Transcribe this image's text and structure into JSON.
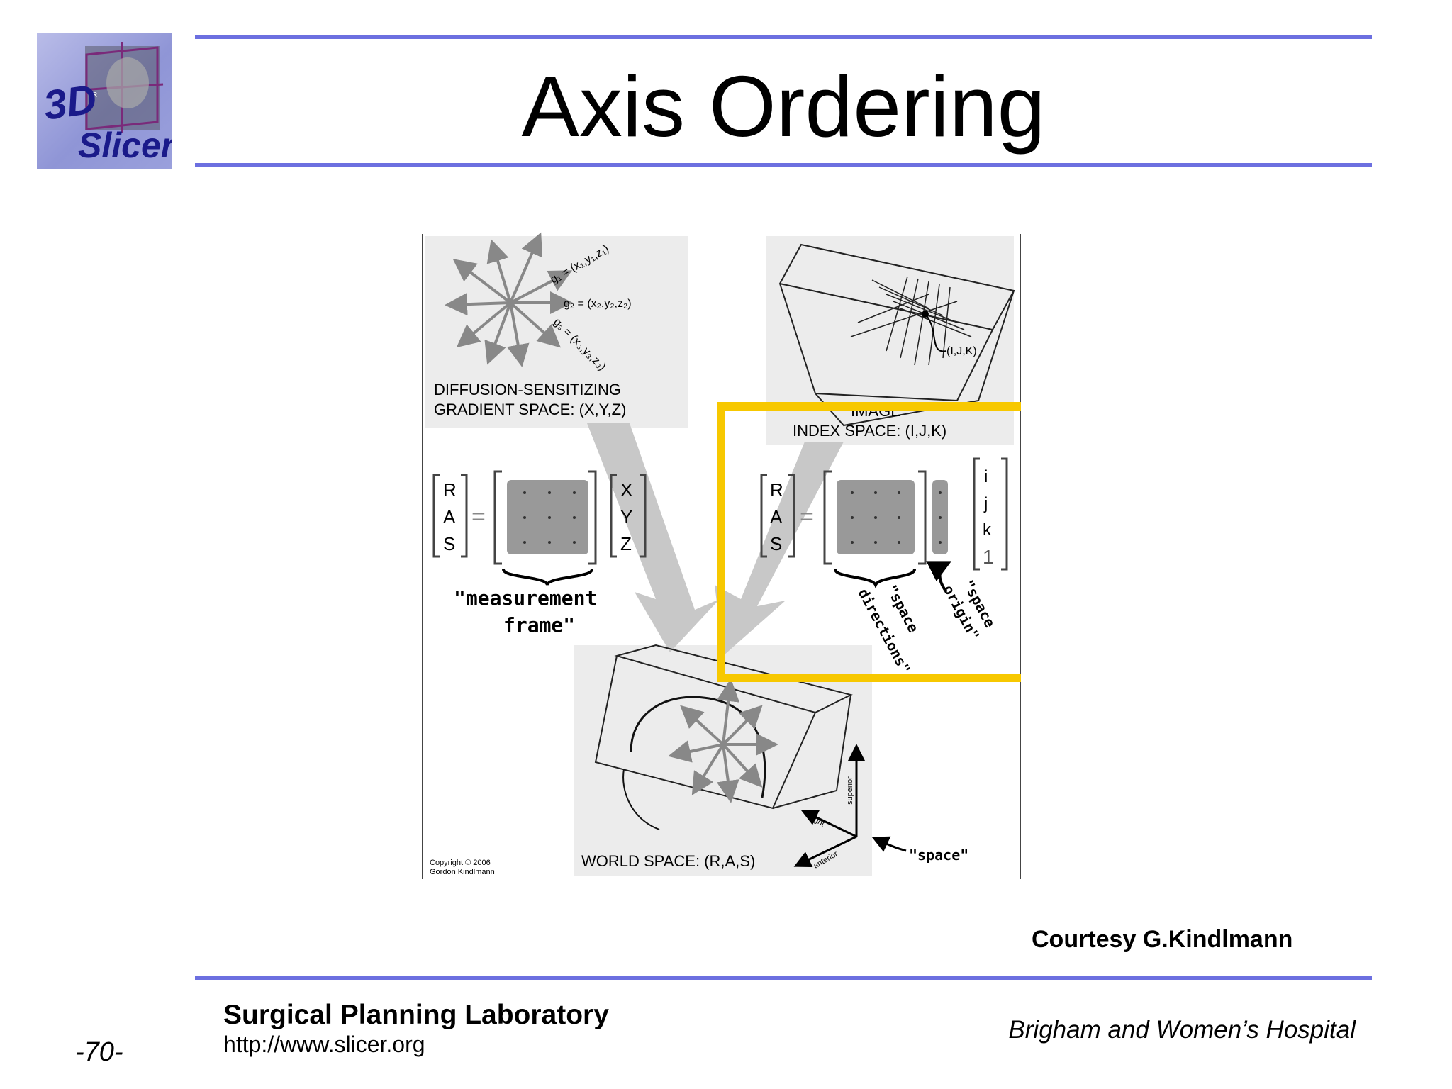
{
  "logo": {
    "line1": "3D",
    "line2": "Slicer",
    "marker": "R"
  },
  "title": "Axis Ordering",
  "diagram": {
    "gradients": [
      "g₁ = (x₁,y₁,z₁)",
      "g₂ = (x₂,y₂,z₂)",
      "g₃ = (x₃,y₃,z₃)"
    ],
    "gradient_space": [
      "DIFFUSION-SENSITIZING",
      "GRADIENT SPACE: (X,Y,Z)"
    ],
    "voxel_label": "(I,J,K)",
    "index_space": [
      "IMAGE",
      "INDEX SPACE: (I,J,K)"
    ],
    "ras": [
      "R",
      "A",
      "S"
    ],
    "equals": "=",
    "xyz": [
      "X",
      "Y",
      "Z"
    ],
    "ijk": [
      "i",
      "j",
      "k",
      "1"
    ],
    "measurement_frame": [
      "\"measurement",
      "frame\""
    ],
    "space_directions": [
      "\"space",
      "directions\""
    ],
    "space_origin": [
      "\"space",
      "origin\""
    ],
    "space_label": "\"space\"",
    "world_space": "WORLD SPACE: (R,A,S)",
    "axes": [
      "superior",
      "right",
      "anterior"
    ],
    "copyright": [
      "Copyright © 2006",
      "Gordon Kindlmann"
    ],
    "highlight_color": "#f7c800"
  },
  "courtesy": "Courtesy G.Kindlmann",
  "footer": {
    "lab": "Surgical Planning Laboratory",
    "url": "http://www.slicer.org",
    "page": "-70-",
    "hospital": "Brigham and Women’s Hospital"
  }
}
